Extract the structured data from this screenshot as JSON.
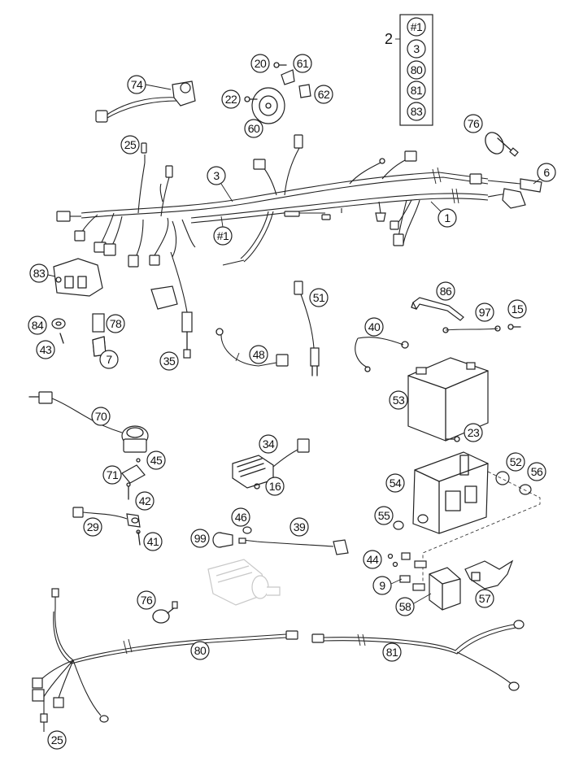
{
  "callouts": {
    "c74": "74",
    "c20": "20",
    "c61": "61",
    "c22": "22",
    "c62": "62",
    "c60": "60",
    "c76a": "76",
    "c25a": "25",
    "c3": "3",
    "c6": "6",
    "c1": "1",
    "c_h1": "#1",
    "c83": "83",
    "c84": "84",
    "c78": "78",
    "c43": "43",
    "c7": "7",
    "c35": "35",
    "c48": "48",
    "c51": "51",
    "c86": "86",
    "c97": "97",
    "c15": "15",
    "c40": "40",
    "c53": "53",
    "c70": "70",
    "c45": "45",
    "c71": "71",
    "c42": "42",
    "c34": "34",
    "c16": "16",
    "c23": "23",
    "c52": "52",
    "c56": "56",
    "c54": "54",
    "c55": "55",
    "c29": "29",
    "c41": "41",
    "c46": "46",
    "c39": "39",
    "c99": "99",
    "c44": "44",
    "c9": "9",
    "c58": "58",
    "c57": "57",
    "c76b": "76",
    "c80": "80",
    "c81": "81",
    "c25b": "25"
  },
  "kit": {
    "label": "2",
    "items": [
      "#1",
      "3",
      "80",
      "81",
      "83"
    ]
  }
}
